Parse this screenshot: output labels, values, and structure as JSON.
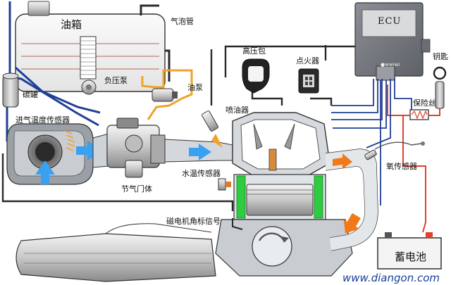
{
  "labels": {
    "fuel_tank": "油箱",
    "bubble_tube": "气泡管",
    "ecu": "ECU",
    "key": "钥匙",
    "canister": "碳罐",
    "neg_pressure_pump": "负压泵",
    "fuel_pump": "油泵",
    "ignition_coil": "高压包",
    "igniter": "点火器",
    "fuse": "保险丝",
    "intake_temp_sensor": "进气温度传感器",
    "injector": "喷油器",
    "water_temp_sensor": "水温传感器",
    "oxygen_sensor": "氧传感器",
    "throttle_body": "节气门体",
    "magneto_signal": "磁电机角标信号",
    "battery": "蓄电池",
    "watermark": "www.diangon.com"
  },
  "colors": {
    "wire_blue": "#1f3f96",
    "wire_dark": "#2a2a2a",
    "wire_red": "#e0412b",
    "fuel_line": "#f2a12a",
    "flow_arrow_blue": "#3aa0f0",
    "flow_arrow_orange": "#f07a1a",
    "piston_green": "#2ecc40"
  }
}
